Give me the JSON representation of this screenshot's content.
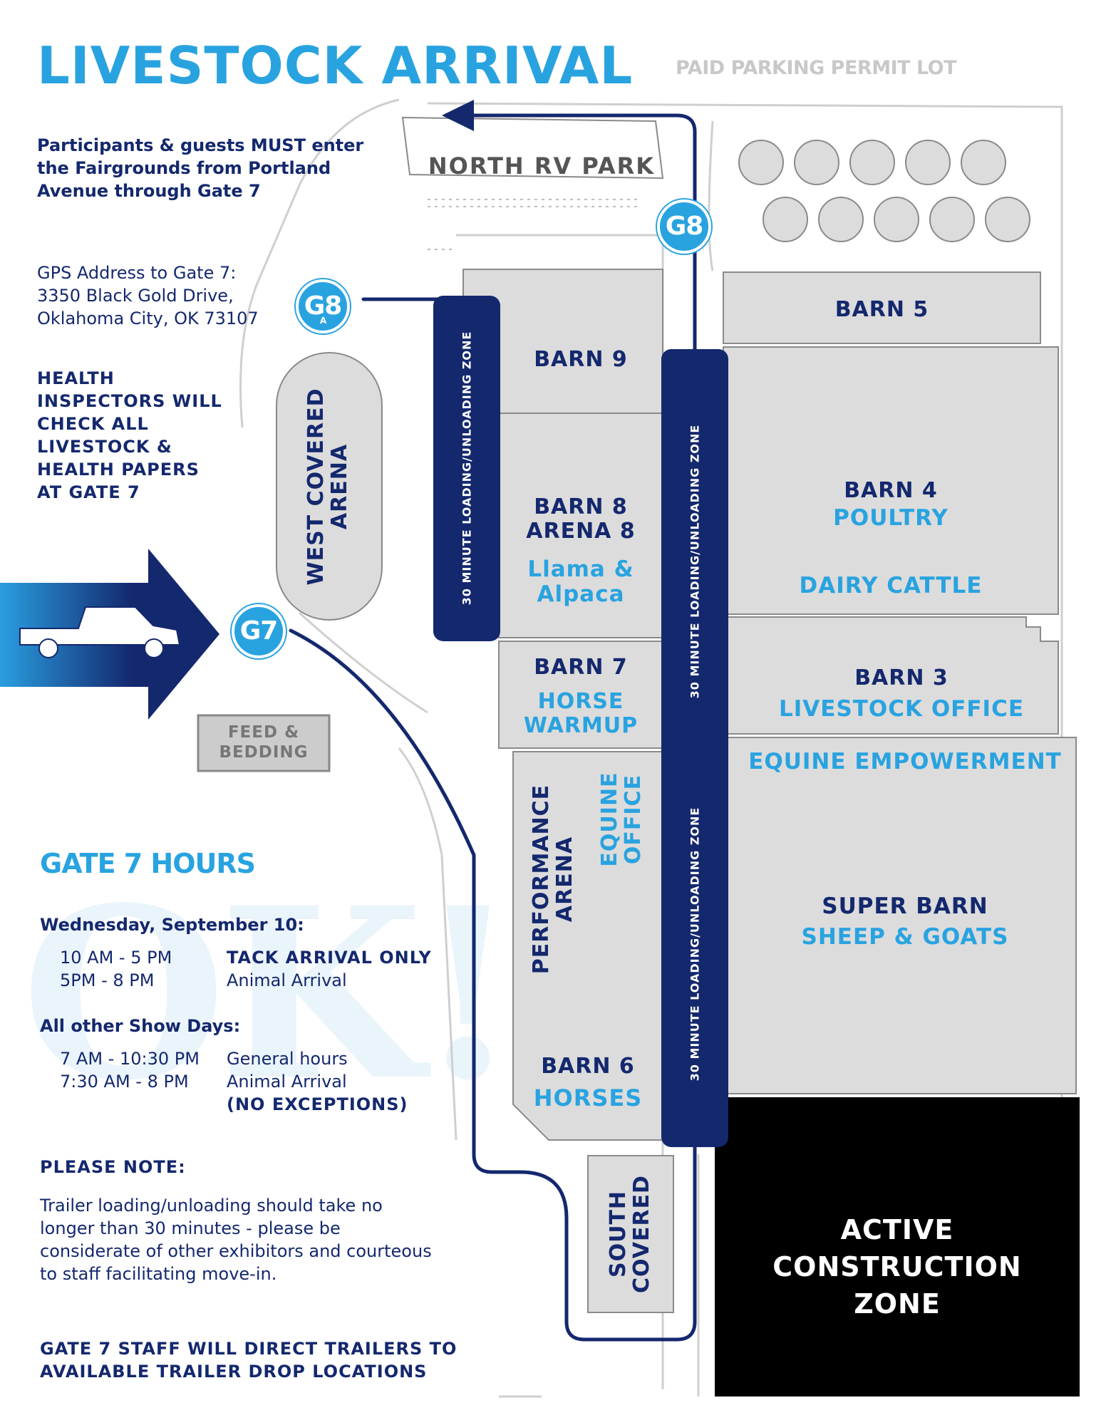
{
  "title": "LIVESTOCK ARRIVAL",
  "paid_parking": "PAID PARKING PERMIT LOT",
  "entry_note": [
    "Participants & guests MUST enter",
    "the Fairgrounds from Portland",
    "Avenue through Gate 7"
  ],
  "gps": [
    "GPS Address to Gate 7:",
    "3350 Black Gold Drive,",
    "Oklahoma City, OK 73107"
  ],
  "health": [
    "HEALTH",
    "INSPECTORS WILL",
    "CHECK ALL",
    "LIVESTOCK &",
    "HEALTH PAPERS",
    "AT GATE 7"
  ],
  "hours": {
    "heading": "GATE 7 HOURS",
    "wednesday": {
      "label": "Wednesday, September 10:",
      "rows": [
        {
          "time": "10 AM - 5 PM",
          "desc": "TACK ARRIVAL ONLY"
        },
        {
          "time": "5PM - 8 PM",
          "desc": "Animal Arrival"
        }
      ]
    },
    "other": {
      "label": "All other Show Days:",
      "rows": [
        {
          "time": "7 AM - 10:30 PM",
          "desc": "General hours"
        },
        {
          "time": "7:30 AM - 8 PM",
          "desc": "Animal Arrival"
        }
      ],
      "note": "(NO EXCEPTIONS)"
    }
  },
  "please_note": {
    "heading": "PLEASE NOTE:",
    "lines": [
      "Trailer loading/unloading should take no",
      "longer than 30 minutes - please be",
      "considerate of other exhibitors and courteous",
      "to staff facilitating move-in."
    ]
  },
  "footer": [
    "GATE 7 STAFF WILL DIRECT TRAILERS TO",
    "AVAILABLE TRAILER DROP LOCATIONS"
  ],
  "watermark": "OK!",
  "gates": {
    "g8_top": "G8",
    "g8a": "G8",
    "g8a_sub": "A",
    "g7": "G7"
  },
  "zone_label": "30 MINUTE LOADING/UNLOADING ZONE",
  "buildings": {
    "north_rv": "NORTH RV PARK",
    "west_arena": [
      "WEST COVERED",
      "ARENA"
    ],
    "barn9": "BARN 9",
    "barn8": [
      "BARN 8",
      "ARENA 8"
    ],
    "barn8_use": [
      "Llama &",
      "Alpaca"
    ],
    "barn7": "BARN 7",
    "barn7_use": [
      "HORSE",
      "WARMUP"
    ],
    "performance": [
      "PERFORMANCE",
      "ARENA"
    ],
    "equine_office": [
      "EQUINE",
      "OFFICE"
    ],
    "barn6": "BARN 6",
    "barn6_use": "HORSES",
    "south_covered": [
      "SOUTH",
      "COVERED"
    ],
    "barn5": "BARN 5",
    "barn4": "BARN 4",
    "barn4_use": "POULTRY",
    "dairy": "DAIRY CATTLE",
    "barn3": "BARN 3",
    "barn3_use": "LIVESTOCK OFFICE",
    "equine_emp": "EQUINE EMPOWERMENT",
    "super_barn": "SUPER BARN",
    "super_barn_use": "SHEEP & GOATS",
    "construction": [
      "ACTIVE",
      "CONSTRUCTION",
      "ZONE"
    ],
    "feed": [
      "FEED &",
      "BEDDING"
    ]
  },
  "colors": {
    "navy": "#14286e",
    "accent": "#29a3e0",
    "building": "#dcdcdc",
    "construction": "#000000"
  }
}
